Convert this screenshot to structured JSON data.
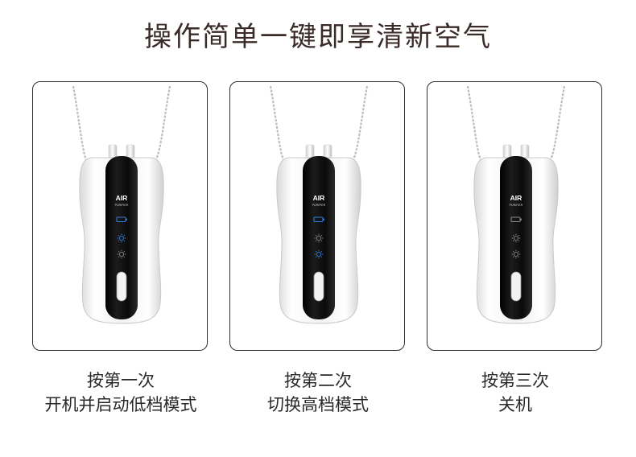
{
  "title": "操作简单一键即享清新空气",
  "colors": {
    "text": "#2a2a2a",
    "title": "#3a2b28",
    "border": "#2e2e2e",
    "led_blue": "#2f7fe0",
    "led_gray": "#8a8a8a"
  },
  "device_label": {
    "line1": "AIR",
    "line2": "PURIFIER"
  },
  "modes": [
    {
      "line1": "按第一次",
      "line2": "开机并启动低档模式",
      "battery": "on",
      "low": "on",
      "high": "off"
    },
    {
      "line1": "按第二次",
      "line2": "切换高档模式",
      "battery": "on",
      "low": "off",
      "high": "on"
    },
    {
      "line1": "按第三次",
      "line2": "关机",
      "battery": "off",
      "low": "off",
      "high": "off"
    }
  ]
}
